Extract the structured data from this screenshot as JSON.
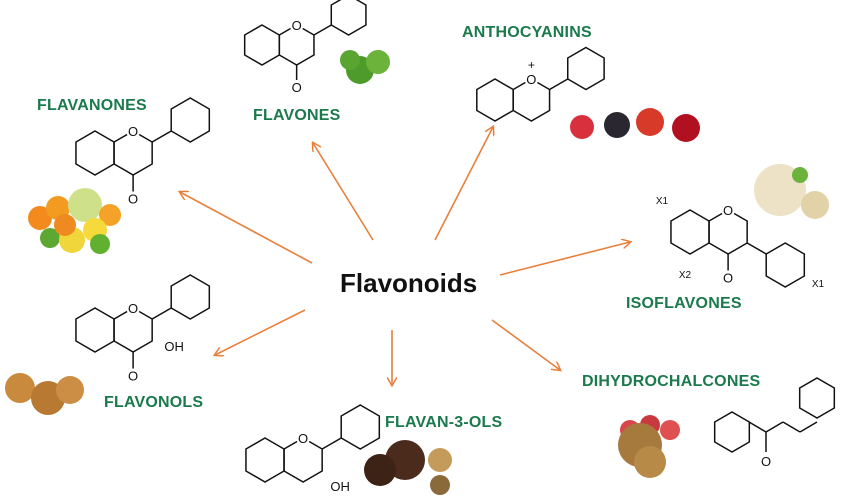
{
  "title": "Flavonoids",
  "classes": [
    {
      "id": "flavanones",
      "label": "FLAVANONES",
      "atoms": [
        "O",
        "O"
      ]
    },
    {
      "id": "flavones",
      "label": "FLAVONES",
      "atoms": [
        "O",
        "O"
      ]
    },
    {
      "id": "anthocyanins",
      "label": "ANTHOCYANINS",
      "atoms": [
        "O",
        "+"
      ]
    },
    {
      "id": "isoflavones",
      "label": "ISOFLAVONES",
      "atoms": [
        "O",
        "O",
        "X1",
        "X2",
        "X1"
      ]
    },
    {
      "id": "dihydrochalcones",
      "label": "DIHYDROCHALCONES",
      "atoms": [
        "O"
      ]
    },
    {
      "id": "flavan3ols",
      "label": "FLAVAN-3-OLS",
      "atoms": [
        "O",
        "OH"
      ]
    },
    {
      "id": "flavonols",
      "label": "FLAVONOLS",
      "atoms": [
        "O",
        "O",
        "OH"
      ]
    }
  ],
  "colors": {
    "label": "#1b7a4c",
    "arrow": "#e8803c",
    "bond": "#111111"
  }
}
